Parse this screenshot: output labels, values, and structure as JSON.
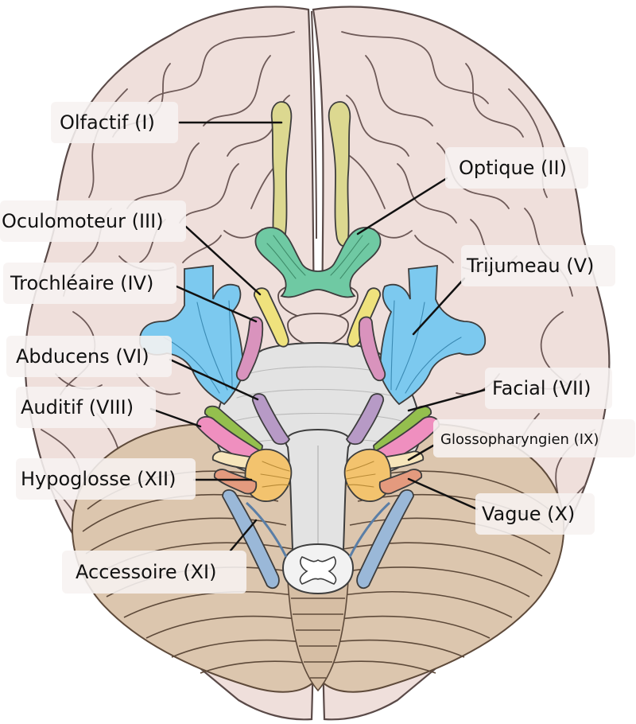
{
  "labels": {
    "olfactif": "Olfactif (I)",
    "optique": "Optique (II)",
    "oculomoteur": "Oculomoteur (III)",
    "trochleaire": "Trochléaire (IV)",
    "trijumeau": "Trijumeau (V)",
    "abducens": "Abducens (VI)",
    "facial": "Facial (VII)",
    "auditif": "Auditif (VIII)",
    "glosso": "Glossopharyngien (IX)",
    "vague": "Vague (X)",
    "accessoire": "Accessoire (XI)",
    "hypoglosse": "Hypoglosse (XII)"
  },
  "colors": {
    "cerebrum": "#efdfdb",
    "cerebellum": "#dcc6ae",
    "brainstem": "#e3e3e3",
    "olfactory": "#dcd890",
    "optic": "#6fc9a3",
    "oculomotor": "#efe27d",
    "trochlear": "#d993bd",
    "trigeminal": "#7cc9ef",
    "abducens": "#b79ac6",
    "facial": "#94bf4e",
    "vestibulocochlear": "#ef8fbf",
    "glossopharyngeal": "#f6e5bb",
    "vagus": "#f3c36e",
    "accessory": "#9ab8d8",
    "hypoglossal": "#e49a7e"
  }
}
